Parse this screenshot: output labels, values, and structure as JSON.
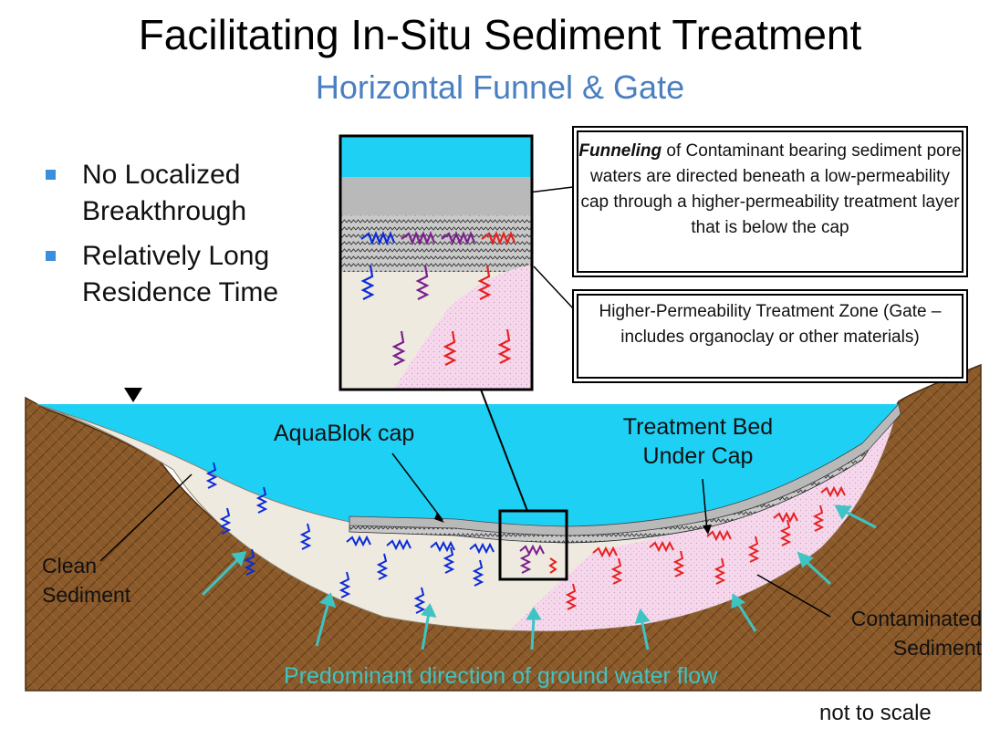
{
  "title": "Facilitating In-Situ Sediment Treatment",
  "subtitle": "Horizontal Funnel & Gate",
  "bullets": [
    "No Localized Breakthrough",
    "Relatively Long Residence Time"
  ],
  "callouts": {
    "funneling_bold": "Funneling",
    "funneling_rest": " of Contaminant bearing sediment pore waters are directed beneath a low-permeability cap through a  higher-permeability treatment layer that is below the cap",
    "treatment_zone": "Higher-Permeability Treatment Zone (Gate – includes organoclay or other materials)"
  },
  "labels": {
    "aquablok": "AquaBlok cap",
    "treatment_bed": "Treatment Bed Under Cap",
    "clean": "Clean Sediment",
    "contaminated": "Contaminated Sediment",
    "flow": "Predominant direction of ground water flow",
    "scale": "not to scale"
  },
  "colors": {
    "water": "#1fd0f5",
    "soil": "#8b5a2b",
    "clean_sediment": "#eeeae0",
    "contaminated_sediment": "#f6d8ec",
    "cap": "#b9b9b9",
    "clean_flow": "#0a2bd8",
    "mixed_flow": "#7b1f8c",
    "contaminated_flow": "#e82020",
    "groundwater_arrow": "#3fc3c3"
  }
}
